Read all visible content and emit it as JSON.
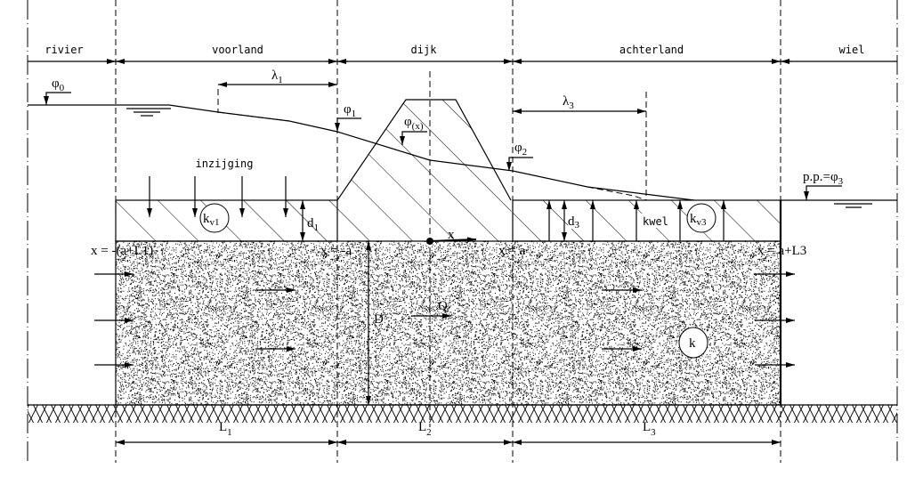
{
  "zones": {
    "rivier": "rivier",
    "voorland": "voorland",
    "dijk": "dijk",
    "achterland": "achterland",
    "wiel": "wiel"
  },
  "symbols": {
    "phi0": "φ",
    "phi0_sub": "0",
    "phi1": "φ",
    "phi1_sub": "1",
    "phix": "φ",
    "phix_sub": "(x)",
    "phi2": "φ",
    "phi2_sub": "2",
    "pp_phi3": "p.p.=φ",
    "pp_phi3_sub": "3",
    "lambda1": "λ",
    "lambda1_sub": "1",
    "lambda3": "λ",
    "lambda3_sub": "3",
    "inzijging": "inzijging",
    "kwel": "kwel",
    "kv1": "k",
    "kv1_sub": "v1",
    "kv3": "k",
    "kv3_sub": "v3",
    "d1": "d",
    "d1_sub": "1",
    "d3": "d",
    "d3_sub": "3",
    "x_axis": "x",
    "x_left": "x = -(a+L1)",
    "x_minus_a": "x = -a",
    "x_a": "x = a",
    "x_right": "x = a+L3",
    "D": "D",
    "Q": "Q",
    "k": "k",
    "L1": "L",
    "L1_sub": "1",
    "L2": "L",
    "L2_sub": "2",
    "L3": "L",
    "L3_sub": "3"
  }
}
